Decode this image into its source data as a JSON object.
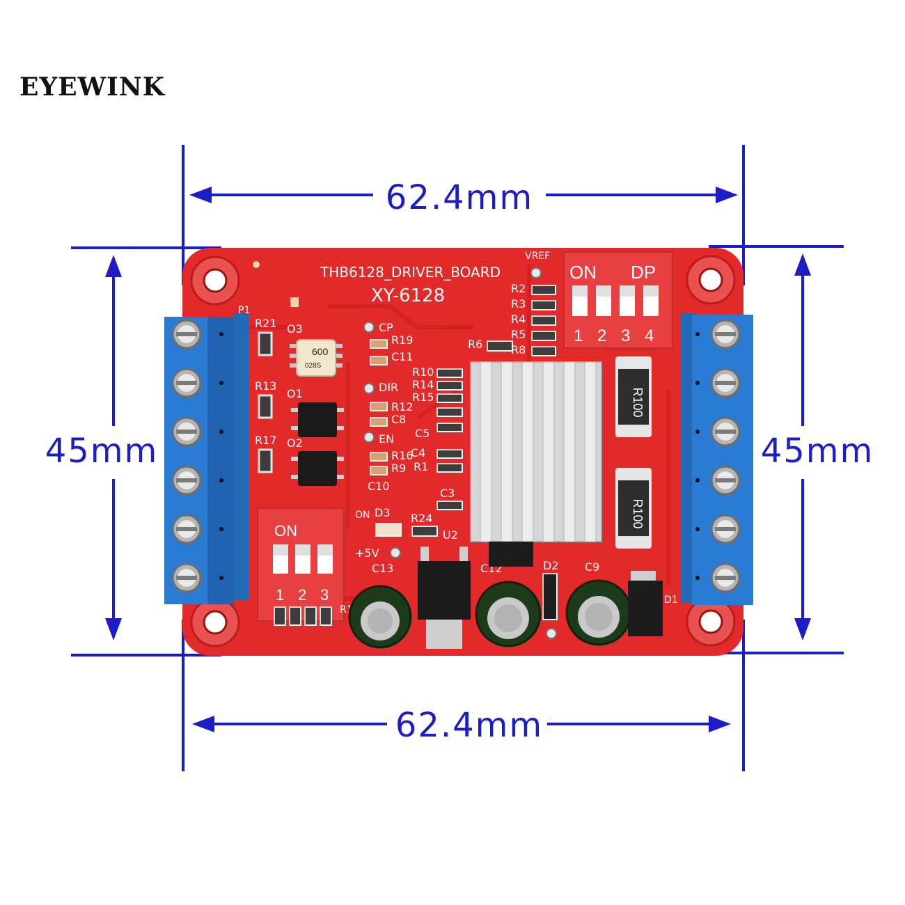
{
  "brand": {
    "name": "EYEWINK"
  },
  "dimensions": {
    "top_width": "62.4mm",
    "bottom_width": "62.4mm",
    "left_height": "45mm",
    "right_height": "45mm"
  },
  "board": {
    "title": "THB6128_DRIVER_BOARD",
    "model": "XY-6128",
    "vref_label": "VREF",
    "dip_right": {
      "on_label": "ON",
      "dp_label": "DP",
      "numbers": [
        "1",
        "2",
        "3",
        "4"
      ]
    },
    "dip_left": {
      "on_label": "ON",
      "numbers": [
        "1",
        "2",
        "3"
      ]
    },
    "resistor_codes": [
      "R100",
      "R100"
    ],
    "refs": {
      "p1": "P1",
      "r21": "R21",
      "r13": "R13",
      "r17": "R17",
      "o3": "O3",
      "o1": "O1",
      "o2": "O2",
      "cp": "CP",
      "dir": "DIR",
      "en": "EN",
      "r19": "R19",
      "c11": "C11",
      "r12": "R12",
      "c8": "C8",
      "r16": "R16",
      "r9": "R9",
      "c10": "C10",
      "r10": "R10",
      "r14": "R14",
      "r15": "R15",
      "c5": "C5",
      "c4": "C4",
      "r1": "R1",
      "c3": "C3",
      "r24": "R24",
      "d3": "D3",
      "on_small": "ON",
      "u2": "U2",
      "plus5v": "+5V",
      "c13": "C13",
      "c12": "C12",
      "c9": "C9",
      "d2": "D2",
      "d1": "D1",
      "r18": "R18",
      "r6": "R6",
      "r2": "R2",
      "r3": "R3",
      "r4": "R4",
      "r5": "R5",
      "r8": "R8",
      "optocoupler_mark": "600",
      "optocoupler_code": "028S"
    }
  },
  "colors": {
    "pcb": "#e32a2a",
    "dimension": "#1c1cc8",
    "terminal": "#2a7bd4"
  }
}
